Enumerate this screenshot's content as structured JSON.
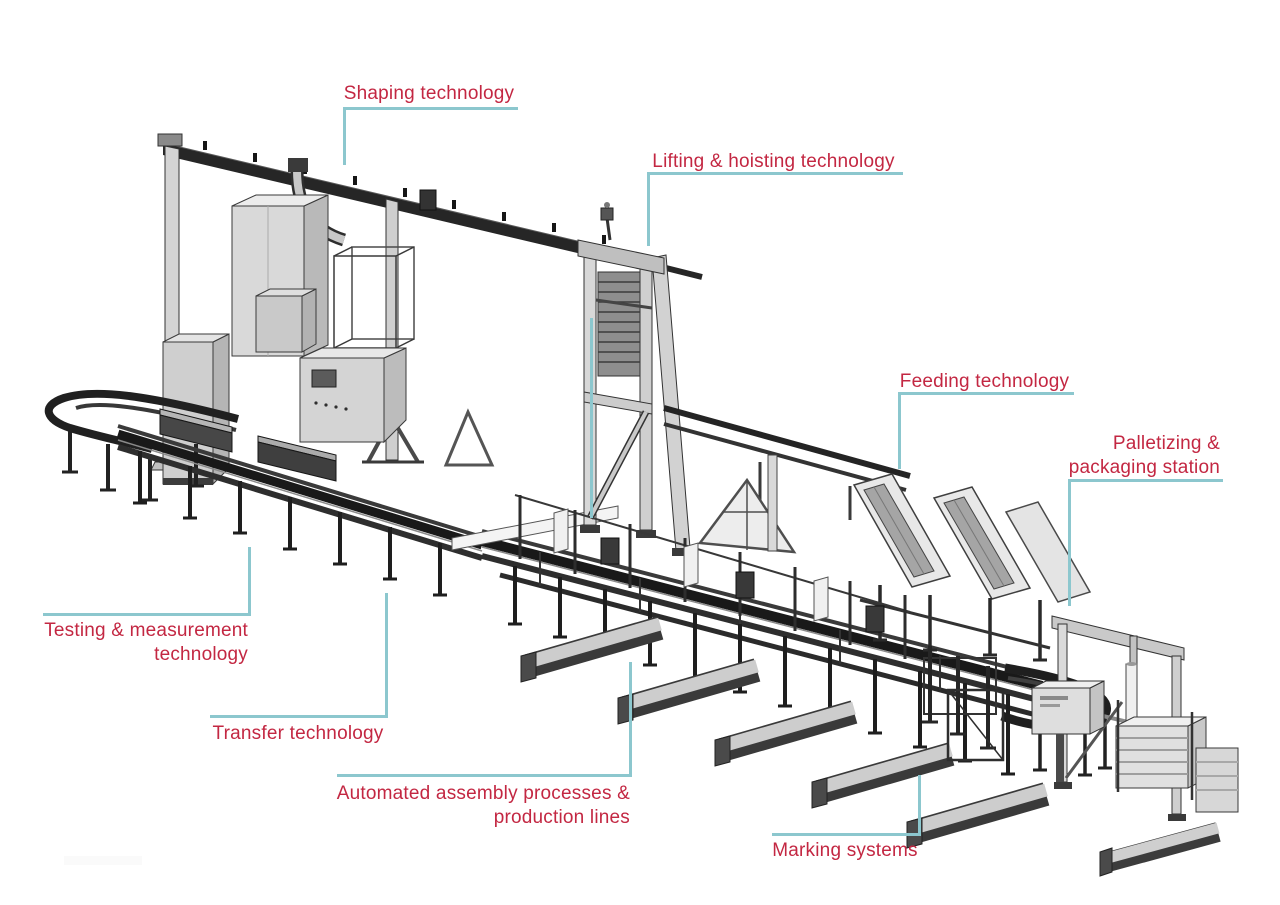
{
  "palette": {
    "background": "#ffffff",
    "label_text": "#c32742",
    "leader_line": "#8cc7ce",
    "machine_dark": "#222222",
    "machine_mid": "#8f8f8f",
    "machine_light": "#d6d6d6"
  },
  "labels": {
    "shaping": {
      "text": "Shaping technology"
    },
    "lifting": {
      "text": "Lifting & hoisting technology"
    },
    "feeding": {
      "text": "Feeding technology"
    },
    "palletizing": {
      "line1": "Palletizing &",
      "line2": "packaging station"
    },
    "testing": {
      "line1": "Testing & measurement",
      "line2": "technology"
    },
    "transfer": {
      "text": "Transfer technology"
    },
    "automated": {
      "line1": "Automated assembly processes &",
      "line2": "production lines"
    },
    "marking": {
      "text": "Marking systems"
    }
  }
}
